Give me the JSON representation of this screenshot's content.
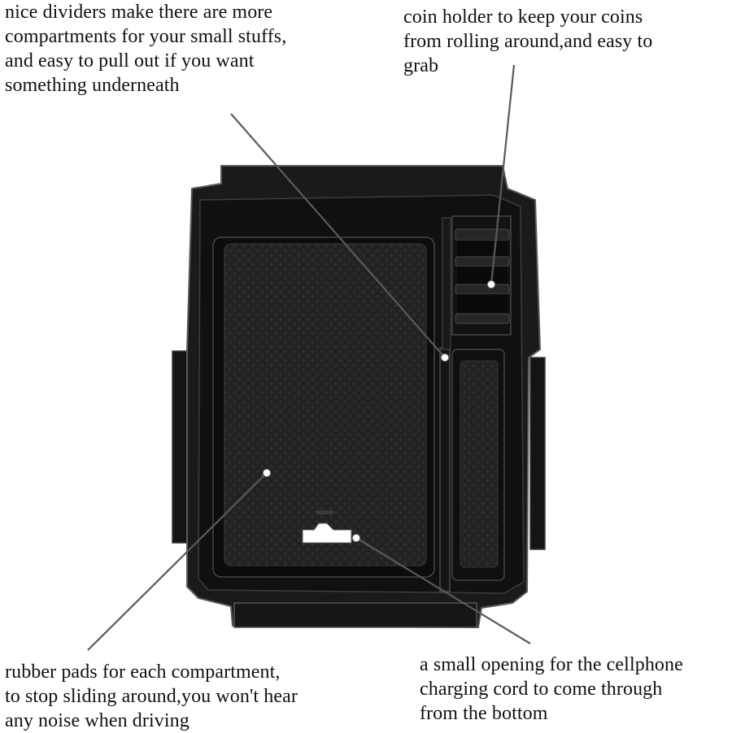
{
  "captions": {
    "dividers": "nice dividers make there are more\ncompartments for your small stuffs,\nand easy to pull out if you want\nsomething underneath",
    "coin_holder": "coin holder to keep your coins\nfrom rolling around,and easy to\ngrab",
    "rubber_pads": "rubber pads for each compartment,\nto stop sliding around,you won't hear\nany noise when driving",
    "opening": "a small opening for the cellphone\ncharging cord to come through\nfrom the bottom"
  },
  "colors": {
    "tray": "#1a1a1a",
    "tray_dark": "#0b0b0b",
    "pad": "#232323",
    "leader": "#555555",
    "dot": "#ffffff"
  }
}
